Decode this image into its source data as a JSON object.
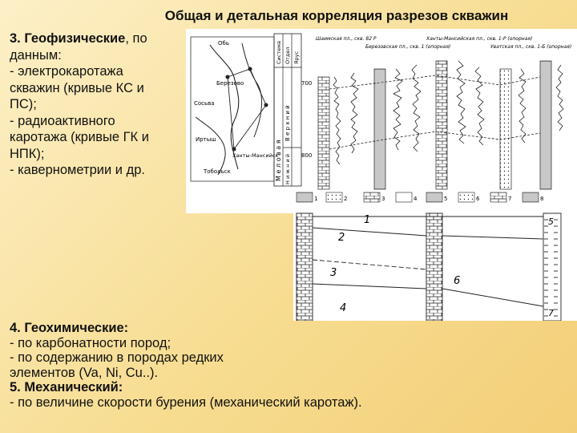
{
  "slide": {
    "title": "Общая и детальная корреляция разрезов скважин"
  },
  "section3": {
    "heading_bold": "3. Геофизические",
    "heading_rest": ", по",
    "lines": [
      "данным:",
      "- электрокаротажа",
      "скважин (кривые КС и",
      "ПС);",
      "- радиоактивного",
      "каротажа (кривые ГК и",
      "НПК);",
      "- кавернометрии и др."
    ]
  },
  "section4": {
    "heading": "4. Геохимические:",
    "lines": [
      "- по карбонатности пород;",
      "-   по содержанию в породах редких",
      "элементов (Va, Ni, Cu..)."
    ]
  },
  "section5": {
    "heading": "5. Механический:",
    "lines": [
      "- по величине скорости бурения (механический каротаж)."
    ]
  },
  "figure_top": {
    "map_labels": [
      "Обь",
      "Березово",
      "Сосьва",
      "Ханты-Мансийск",
      "Тобольск",
      "Иртыш"
    ],
    "strat_columns": [
      "Система",
      "Отдел",
      "Ярус"
    ],
    "strat_labels": [
      "М е л о в а я",
      "В е р х н и й",
      "Н и ж н и й"
    ],
    "depths": [
      "700",
      "800"
    ],
    "well_headers": [
      "Шаимская пл., скв. 82 Р",
      "Березовская пл., скв. 1 (опорная)",
      "Ханты-Мансийская пл., скв. 1-Р (опорная)",
      "Уватская пл., скв. 1-Б (опорная)"
    ],
    "legend": [
      "1",
      "2",
      "3",
      "4",
      "5",
      "6",
      "7",
      "8"
    ]
  },
  "figure_bottom": {
    "labels": [
      "1",
      "2",
      "3",
      "4",
      "5",
      "6",
      "7"
    ]
  }
}
